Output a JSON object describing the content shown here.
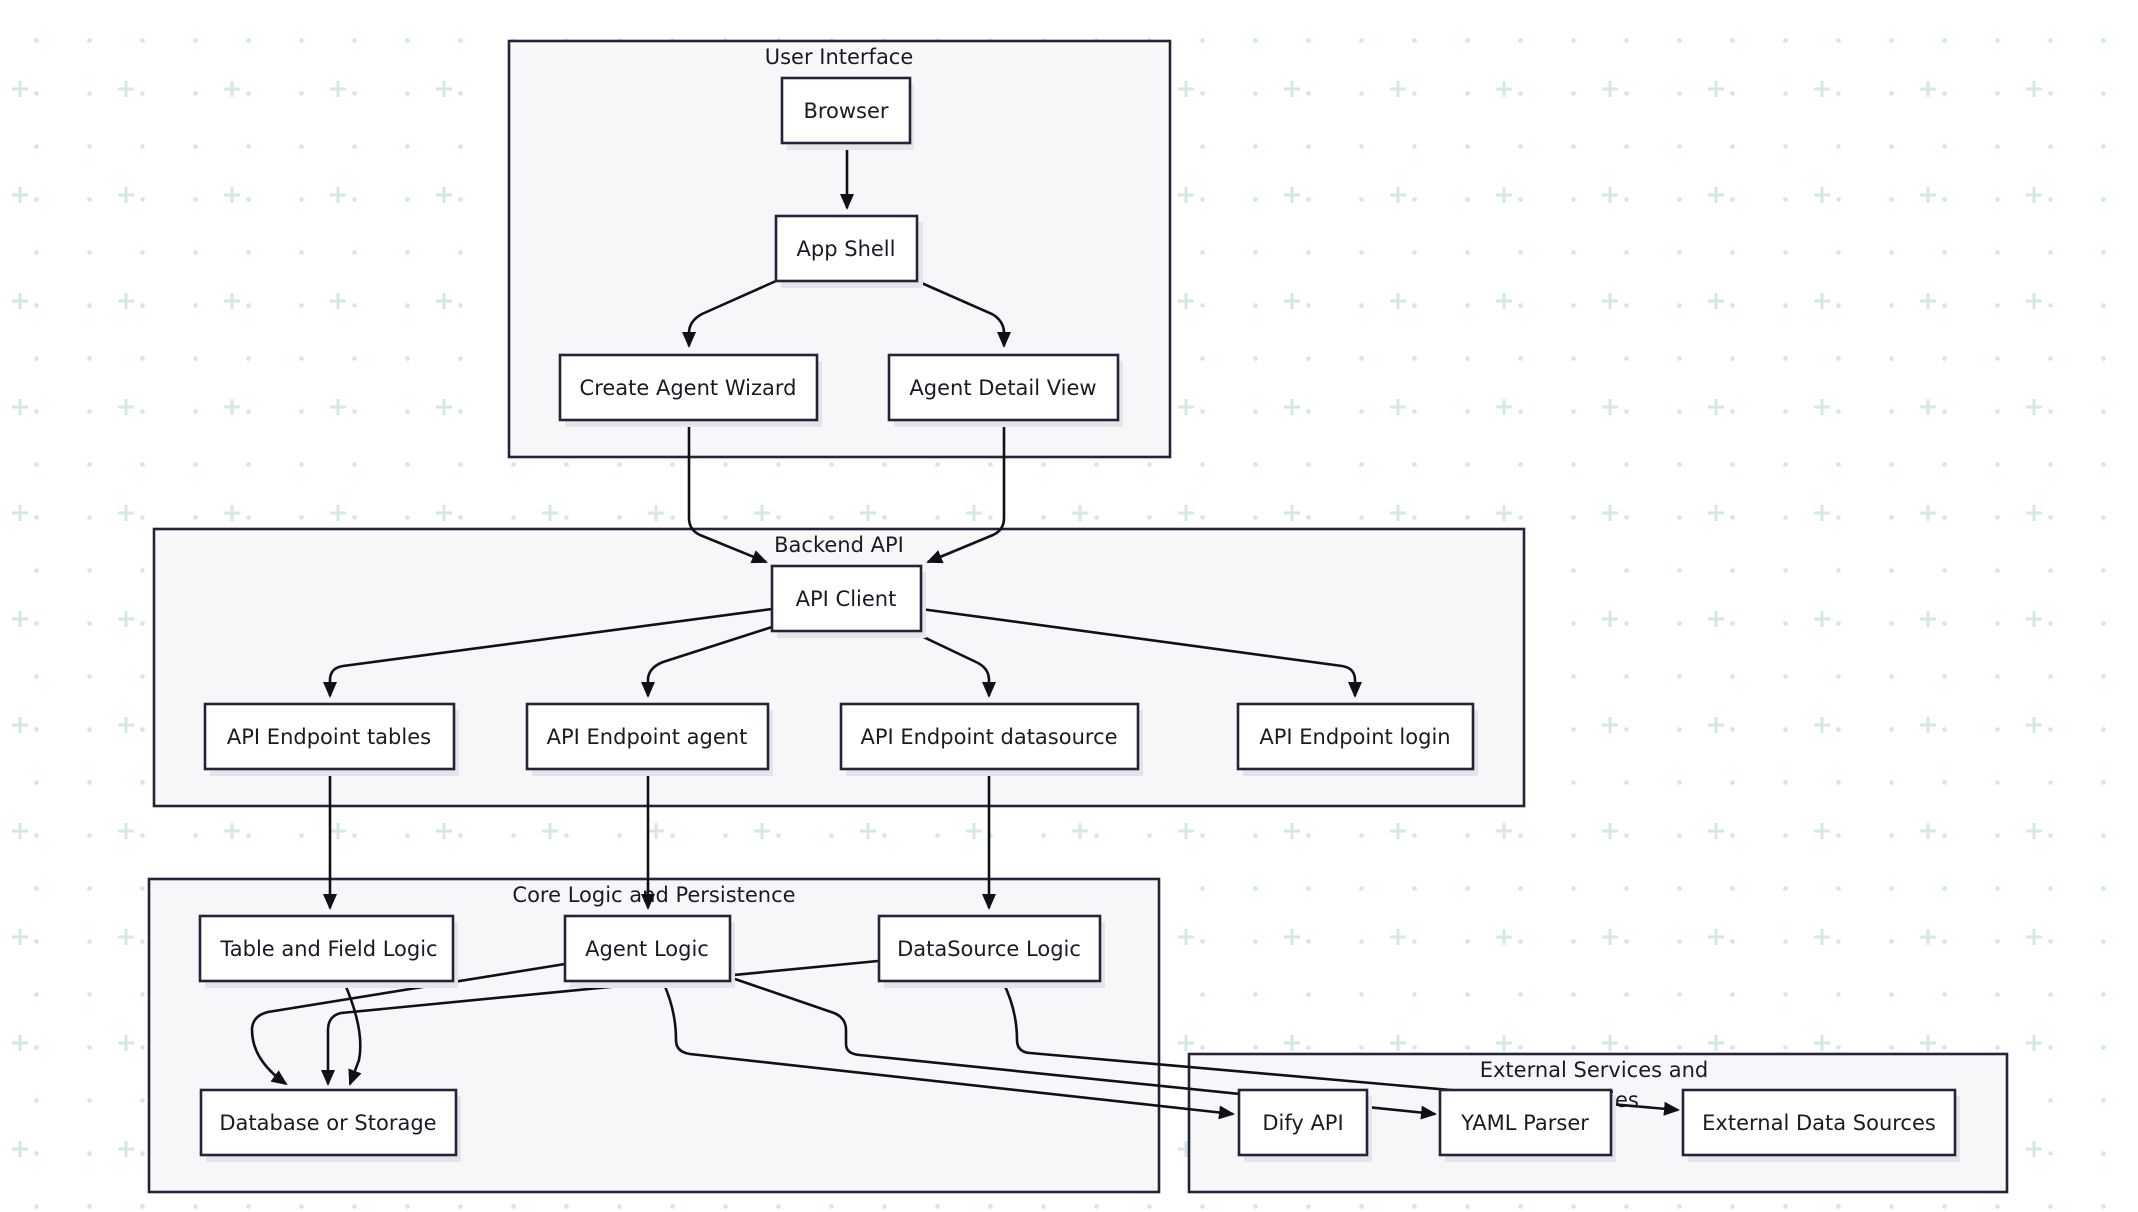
{
  "groups": {
    "ui": {
      "label": "User Interface"
    },
    "backend": {
      "label": "Backend API"
    },
    "core": {
      "label": "Core Logic and Persistence"
    },
    "external": {
      "label": "External Services and",
      "label_clipped": "ies"
    }
  },
  "nodes": {
    "browser": "Browser",
    "app_shell": "App Shell",
    "create_agent_wizard": "Create Agent Wizard",
    "agent_detail_view": "Agent Detail View",
    "api_client": "API Client",
    "ep_tables": "API Endpoint tables",
    "ep_agent": "API Endpoint agent",
    "ep_datasource": "API Endpoint datasource",
    "ep_login": "API Endpoint login",
    "table_field_logic": "Table and Field Logic",
    "agent_logic": "Agent Logic",
    "datasource_logic": "DataSource Logic",
    "database": "Database or Storage",
    "dify_api": "Dify API",
    "yaml_parser": "YAML Parser",
    "external_sources": "External Data Sources"
  },
  "edges": [
    {
      "from": "Browser",
      "to": "App Shell"
    },
    {
      "from": "App Shell",
      "to": "Create Agent Wizard"
    },
    {
      "from": "App Shell",
      "to": "Agent Detail View"
    },
    {
      "from": "Create Agent Wizard",
      "to": "API Client"
    },
    {
      "from": "Agent Detail View",
      "to": "API Client"
    },
    {
      "from": "API Client",
      "to": "API Endpoint tables"
    },
    {
      "from": "API Client",
      "to": "API Endpoint agent"
    },
    {
      "from": "API Client",
      "to": "API Endpoint datasource"
    },
    {
      "from": "API Client",
      "to": "API Endpoint login"
    },
    {
      "from": "API Endpoint tables",
      "to": "Table and Field Logic"
    },
    {
      "from": "API Endpoint agent",
      "to": "Agent Logic"
    },
    {
      "from": "API Endpoint datasource",
      "to": "DataSource Logic"
    },
    {
      "from": "Table and Field Logic",
      "to": "Database or Storage"
    },
    {
      "from": "Agent Logic",
      "to": "Database or Storage"
    },
    {
      "from": "DataSource Logic",
      "to": "Database or Storage"
    },
    {
      "from": "Agent Logic",
      "to": "Dify API"
    },
    {
      "from": "Agent Logic",
      "to": "YAML Parser"
    },
    {
      "from": "DataSource Logic",
      "to": "External Data Sources"
    }
  ],
  "colors": {
    "stroke": "#25233a",
    "group_fill": "#f7f7fa",
    "node_fill": "#ffffff",
    "grid": "#d3e7e7"
  }
}
